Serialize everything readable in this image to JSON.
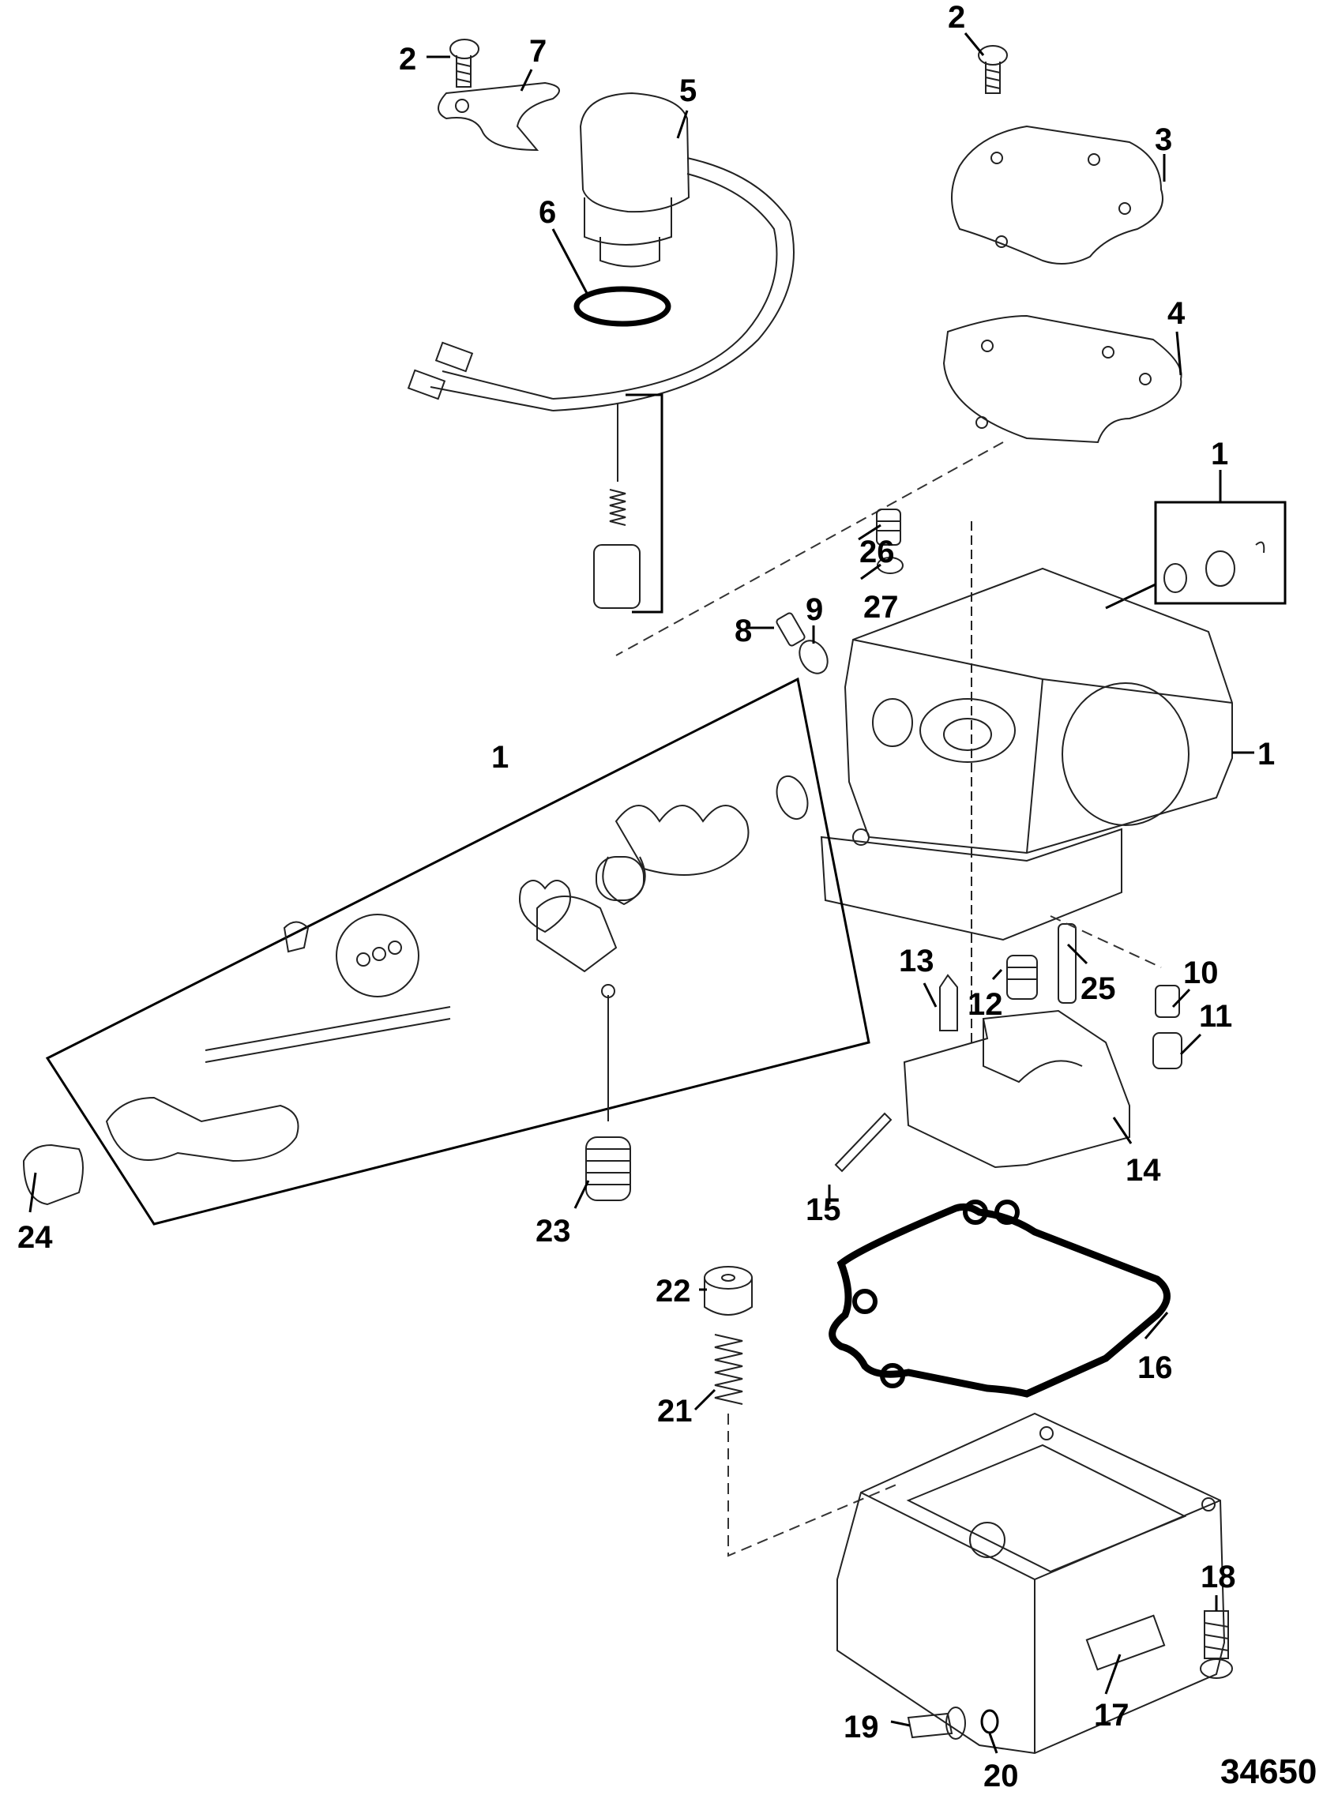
{
  "diagram": {
    "type": "exploded-parts-diagram",
    "subject": "Carburetor assembly",
    "figure_number": "34650",
    "callouts": [
      {
        "id": "c2a",
        "label": "2"
      },
      {
        "id": "c7",
        "label": "7"
      },
      {
        "id": "c5",
        "label": "5"
      },
      {
        "id": "c6",
        "label": "6"
      },
      {
        "id": "c2b",
        "label": "2"
      },
      {
        "id": "c3",
        "label": "3"
      },
      {
        "id": "c4",
        "label": "4"
      },
      {
        "id": "c1a",
        "label": "1"
      },
      {
        "id": "c26",
        "label": "26"
      },
      {
        "id": "c27",
        "label": "27"
      },
      {
        "id": "c8",
        "label": "8"
      },
      {
        "id": "c9",
        "label": "9"
      },
      {
        "id": "c1b",
        "label": "1"
      },
      {
        "id": "c1c",
        "label": "1"
      },
      {
        "id": "c13",
        "label": "13"
      },
      {
        "id": "c12",
        "label": "12"
      },
      {
        "id": "c25",
        "label": "25"
      },
      {
        "id": "c10",
        "label": "10"
      },
      {
        "id": "c11",
        "label": "11"
      },
      {
        "id": "c14",
        "label": "14"
      },
      {
        "id": "c15",
        "label": "15"
      },
      {
        "id": "c23",
        "label": "23"
      },
      {
        "id": "c24",
        "label": "24"
      },
      {
        "id": "c16",
        "label": "16"
      },
      {
        "id": "c22",
        "label": "22"
      },
      {
        "id": "c21",
        "label": "21"
      },
      {
        "id": "c18",
        "label": "18"
      },
      {
        "id": "c17",
        "label": "17"
      },
      {
        "id": "c19",
        "label": "19"
      },
      {
        "id": "c20",
        "label": "20"
      }
    ]
  }
}
